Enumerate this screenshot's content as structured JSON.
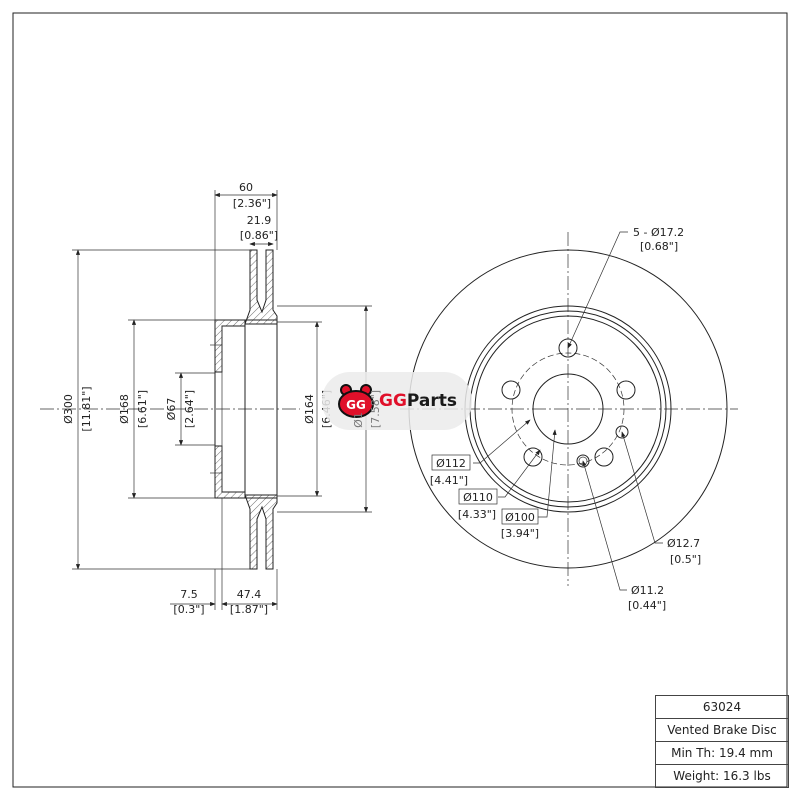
{
  "side_view": {
    "dim_width": "60",
    "dim_width_in": "[2.36\"]",
    "dim_thickness": "21.9",
    "dim_thickness_in": "[0.86\"]",
    "dim_outer": "Ø300",
    "dim_outer_in": "[11.81\"]",
    "dim_hat": "Ø168",
    "dim_hat_in": "[6.61\"]",
    "dim_bore": "Ø67",
    "dim_bore_in": "[2.64\"]",
    "dim_inner": "Ø164",
    "dim_inner_in": "[6.46\"]",
    "dim_vent": "Ø1",
    "dim_vent_in": "[7.58\"]",
    "dim_offset": "7.5",
    "dim_offset_in": "[0.3\"]",
    "dim_hat_height": "47.4",
    "dim_hat_height_in": "[1.87\"]"
  },
  "front_view": {
    "holes": "5 - Ø17.2",
    "holes_in": "[0.68\"]",
    "pcd1": "Ø112",
    "pcd1_in": "[4.41\"]",
    "pcd2": "Ø110",
    "pcd2_in": "[4.33\"]",
    "pcd3": "Ø100",
    "pcd3_in": "[3.94\"]",
    "hole2": "Ø12.7",
    "hole2_in": "[0.5\"]",
    "hole3": "Ø11.2",
    "hole3_in": "[0.44\"]"
  },
  "watermark": {
    "brand_a": "GG",
    "brand_b": "Parts"
  },
  "title_block": {
    "part_number": "63024",
    "description": "Vented Brake Disc",
    "min_thickness": "Min Th: 19.4 mm",
    "weight": "Weight: 16.3 lbs"
  }
}
